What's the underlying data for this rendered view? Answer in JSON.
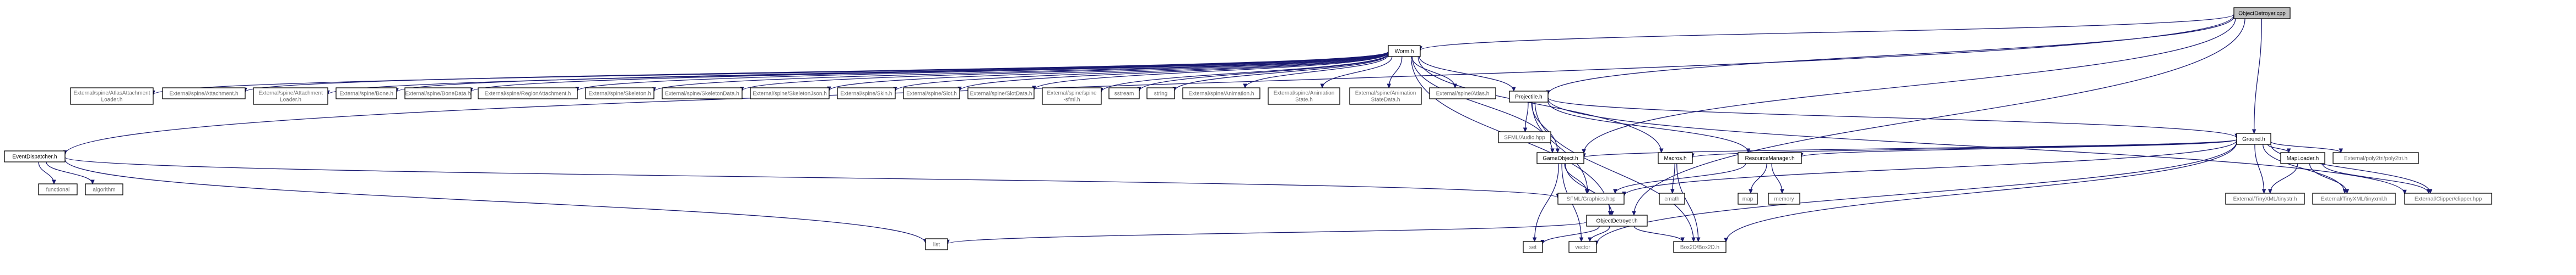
{
  "graph": {
    "nodes": [
      {
        "id": "ObjectDetroyer_cpp",
        "lines": [
          "ObjectDetroyer.cpp"
        ],
        "fill": "#bfbfbf",
        "border": "#000000"
      },
      {
        "id": "Worm_h",
        "lines": [
          "Worm.h"
        ],
        "fill": "#ffffff",
        "border": "#000000"
      },
      {
        "id": "AtlasAttachmentLoader",
        "lines": [
          "External/spine/AtlasAttachment",
          "Loader.h"
        ],
        "fill": "#ffffff",
        "border": "#bfbfbf"
      },
      {
        "id": "Attachment",
        "lines": [
          "External/spine/Attachment.h"
        ],
        "fill": "#ffffff",
        "border": "#bfbfbf"
      },
      {
        "id": "AttachmentLoader",
        "lines": [
          "External/spine/Attachment",
          "Loader.h"
        ],
        "fill": "#ffffff",
        "border": "#bfbfbf"
      },
      {
        "id": "Bone",
        "lines": [
          "External/spine/Bone.h"
        ],
        "fill": "#ffffff",
        "border": "#bfbfbf"
      },
      {
        "id": "BoneData",
        "lines": [
          "External/spine/BoneData.h"
        ],
        "fill": "#ffffff",
        "border": "#bfbfbf"
      },
      {
        "id": "RegionAttachment",
        "lines": [
          "External/spine/RegionAttachment.h"
        ],
        "fill": "#ffffff",
        "border": "#bfbfbf"
      },
      {
        "id": "Skeleton",
        "lines": [
          "External/spine/Skeleton.h"
        ],
        "fill": "#ffffff",
        "border": "#bfbfbf"
      },
      {
        "id": "SkeletonData",
        "lines": [
          "External/spine/SkeletonData.h"
        ],
        "fill": "#ffffff",
        "border": "#bfbfbf"
      },
      {
        "id": "SkeletonJson",
        "lines": [
          "External/spine/SkeletonJson.h"
        ],
        "fill": "#ffffff",
        "border": "#bfbfbf"
      },
      {
        "id": "Skin",
        "lines": [
          "External/spine/Skin.h"
        ],
        "fill": "#ffffff",
        "border": "#bfbfbf"
      },
      {
        "id": "Slot",
        "lines": [
          "External/spine/Slot.h"
        ],
        "fill": "#ffffff",
        "border": "#bfbfbf"
      },
      {
        "id": "SlotData",
        "lines": [
          "External/spine/SlotData.h"
        ],
        "fill": "#ffffff",
        "border": "#bfbfbf"
      },
      {
        "id": "spine_sfml",
        "lines": [
          "External/spine/spine",
          "-sfml.h"
        ],
        "fill": "#ffffff",
        "border": "#bfbfbf"
      },
      {
        "id": "sstream",
        "lines": [
          "sstream"
        ],
        "fill": "#ffffff",
        "border": "#bfbfbf"
      },
      {
        "id": "string",
        "lines": [
          "string"
        ],
        "fill": "#ffffff",
        "border": "#bfbfbf"
      },
      {
        "id": "Animation",
        "lines": [
          "External/spine/Animation.h"
        ],
        "fill": "#ffffff",
        "border": "#bfbfbf"
      },
      {
        "id": "AnimationState",
        "lines": [
          "External/spine/Animation",
          "State.h"
        ],
        "fill": "#ffffff",
        "border": "#bfbfbf"
      },
      {
        "id": "AnimationStateData",
        "lines": [
          "External/spine/Animation",
          "StateData.h"
        ],
        "fill": "#ffffff",
        "border": "#bfbfbf"
      },
      {
        "id": "Atlas",
        "lines": [
          "External/spine/Atlas.h"
        ],
        "fill": "#ffffff",
        "border": "#bfbfbf"
      },
      {
        "id": "Projectile_h",
        "lines": [
          "Projectile.h"
        ],
        "fill": "#ffffff",
        "border": "#000000"
      },
      {
        "id": "EventDispatcher_h",
        "lines": [
          "EventDispatcher.h"
        ],
        "fill": "#ffffff",
        "border": "#000000"
      },
      {
        "id": "functional",
        "lines": [
          "functional"
        ],
        "fill": "#ffffff",
        "border": "#bfbfbf"
      },
      {
        "id": "algorithm",
        "lines": [
          "algorithm"
        ],
        "fill": "#ffffff",
        "border": "#bfbfbf"
      },
      {
        "id": "list",
        "lines": [
          "list"
        ],
        "fill": "#ffffff",
        "border": "#bfbfbf"
      },
      {
        "id": "SFMLAudio",
        "lines": [
          "SFML/Audio.hpp"
        ],
        "fill": "#ffffff",
        "border": "#bfbfbf"
      },
      {
        "id": "Ground_h",
        "lines": [
          "Ground.h"
        ],
        "fill": "#ffffff",
        "border": "#000000"
      },
      {
        "id": "GameObject_h",
        "lines": [
          "GameObject.h"
        ],
        "fill": "#ffffff",
        "border": "#000000"
      },
      {
        "id": "Macros_h",
        "lines": [
          "Macros.h"
        ],
        "fill": "#ffffff",
        "border": "#000000"
      },
      {
        "id": "ResourceManager_h",
        "lines": [
          "ResourceManager.h"
        ],
        "fill": "#ffffff",
        "border": "#000000"
      },
      {
        "id": "MapLoader_h",
        "lines": [
          "MapLoader.h"
        ],
        "fill": "#ffffff",
        "border": "#000000"
      },
      {
        "id": "poly2tri",
        "lines": [
          "External/poly2tri/poly2tri.h"
        ],
        "fill": "#ffffff",
        "border": "#bfbfbf"
      },
      {
        "id": "SFMLGraphics",
        "lines": [
          "SFML/Graphics.hpp"
        ],
        "fill": "#ffffff",
        "border": "#bfbfbf"
      },
      {
        "id": "cmath",
        "lines": [
          "cmath"
        ],
        "fill": "#ffffff",
        "border": "#bfbfbf"
      },
      {
        "id": "map",
        "lines": [
          "map"
        ],
        "fill": "#ffffff",
        "border": "#bfbfbf"
      },
      {
        "id": "memory",
        "lines": [
          "memory"
        ],
        "fill": "#ffffff",
        "border": "#bfbfbf"
      },
      {
        "id": "TinyXMLtinystr",
        "lines": [
          "External/TinyXML/tinystr.h"
        ],
        "fill": "#ffffff",
        "border": "#bfbfbf"
      },
      {
        "id": "TinyXMLtinyxml",
        "lines": [
          "External/TinyXML/tinyxml.h"
        ],
        "fill": "#ffffff",
        "border": "#bfbfbf"
      },
      {
        "id": "Clipper",
        "lines": [
          "External/Clipper/clipper.hpp"
        ],
        "fill": "#ffffff",
        "border": "#bfbfbf"
      },
      {
        "id": "ObjectDetroyer_h",
        "lines": [
          "ObjectDetroyer.h"
        ],
        "fill": "#ffffff",
        "border": "#000000"
      },
      {
        "id": "set",
        "lines": [
          "set"
        ],
        "fill": "#ffffff",
        "border": "#bfbfbf"
      },
      {
        "id": "vector",
        "lines": [
          "vector"
        ],
        "fill": "#ffffff",
        "border": "#bfbfbf"
      },
      {
        "id": "Box2D",
        "lines": [
          "Box2D/Box2D.h"
        ],
        "fill": "#ffffff",
        "border": "#bfbfbf"
      }
    ],
    "edges": [
      [
        "ObjectDetroyer_cpp",
        "Worm_h"
      ],
      [
        "ObjectDetroyer_cpp",
        "Projectile_h"
      ],
      [
        "ObjectDetroyer_cpp",
        "Ground_h"
      ],
      [
        "ObjectDetroyer_cpp",
        "GameObject_h"
      ],
      [
        "ObjectDetroyer_cpp",
        "ObjectDetroyer_h"
      ],
      [
        "ObjectDetroyer_cpp",
        "EventDispatcher_h"
      ],
      [
        "Worm_h",
        "AtlasAttachmentLoader"
      ],
      [
        "Worm_h",
        "Attachment"
      ],
      [
        "Worm_h",
        "AttachmentLoader"
      ],
      [
        "Worm_h",
        "Bone"
      ],
      [
        "Worm_h",
        "BoneData"
      ],
      [
        "Worm_h",
        "RegionAttachment"
      ],
      [
        "Worm_h",
        "Skeleton"
      ],
      [
        "Worm_h",
        "SkeletonData"
      ],
      [
        "Worm_h",
        "SkeletonJson"
      ],
      [
        "Worm_h",
        "Skin"
      ],
      [
        "Worm_h",
        "Slot"
      ],
      [
        "Worm_h",
        "SlotData"
      ],
      [
        "Worm_h",
        "spine_sfml"
      ],
      [
        "Worm_h",
        "sstream"
      ],
      [
        "Worm_h",
        "string"
      ],
      [
        "Worm_h",
        "Animation"
      ],
      [
        "Worm_h",
        "AnimationState"
      ],
      [
        "Worm_h",
        "AnimationStateData"
      ],
      [
        "Worm_h",
        "Atlas"
      ],
      [
        "Worm_h",
        "Projectile_h"
      ],
      [
        "Worm_h",
        "GameObject_h"
      ],
      [
        "Worm_h",
        "Macros_h"
      ],
      [
        "Worm_h",
        "ObjectDetroyer_h"
      ],
      [
        "Projectile_h",
        "SFMLAudio"
      ],
      [
        "Projectile_h",
        "Ground_h"
      ],
      [
        "Projectile_h",
        "GameObject_h"
      ],
      [
        "Projectile_h",
        "ResourceManager_h"
      ],
      [
        "Projectile_h",
        "SFMLGraphics"
      ],
      [
        "Projectile_h",
        "Box2D"
      ],
      [
        "Projectile_h",
        "Clipper"
      ],
      [
        "EventDispatcher_h",
        "functional"
      ],
      [
        "EventDispatcher_h",
        "algorithm"
      ],
      [
        "EventDispatcher_h",
        "list"
      ],
      [
        "EventDispatcher_h",
        "SFMLGraphics"
      ],
      [
        "Ground_h",
        "GameObject_h"
      ],
      [
        "Ground_h",
        "Macros_h"
      ],
      [
        "Ground_h",
        "ResourceManager_h"
      ],
      [
        "Ground_h",
        "MapLoader_h"
      ],
      [
        "Ground_h",
        "poly2tri"
      ],
      [
        "Ground_h",
        "SFMLGraphics"
      ],
      [
        "Ground_h",
        "Clipper"
      ],
      [
        "Ground_h",
        "TinyXMLtinystr"
      ],
      [
        "Ground_h",
        "TinyXMLtinyxml"
      ],
      [
        "Ground_h",
        "vector"
      ],
      [
        "Ground_h",
        "Box2D"
      ],
      [
        "GameObject_h",
        "SFMLGraphics"
      ],
      [
        "GameObject_h",
        "ObjectDetroyer_h"
      ],
      [
        "GameObject_h",
        "set"
      ],
      [
        "GameObject_h",
        "vector"
      ],
      [
        "Macros_h",
        "cmath"
      ],
      [
        "Macros_h",
        "Box2D"
      ],
      [
        "ResourceManager_h",
        "SFMLGraphics"
      ],
      [
        "ResourceManager_h",
        "map"
      ],
      [
        "ResourceManager_h",
        "memory"
      ],
      [
        "MapLoader_h",
        "TinyXMLtinystr"
      ],
      [
        "MapLoader_h",
        "TinyXMLtinyxml"
      ],
      [
        "MapLoader_h",
        "Clipper"
      ],
      [
        "ObjectDetroyer_h",
        "list"
      ],
      [
        "ObjectDetroyer_h",
        "set"
      ],
      [
        "ObjectDetroyer_h",
        "vector"
      ],
      [
        "ObjectDetroyer_h",
        "Box2D"
      ]
    ]
  }
}
